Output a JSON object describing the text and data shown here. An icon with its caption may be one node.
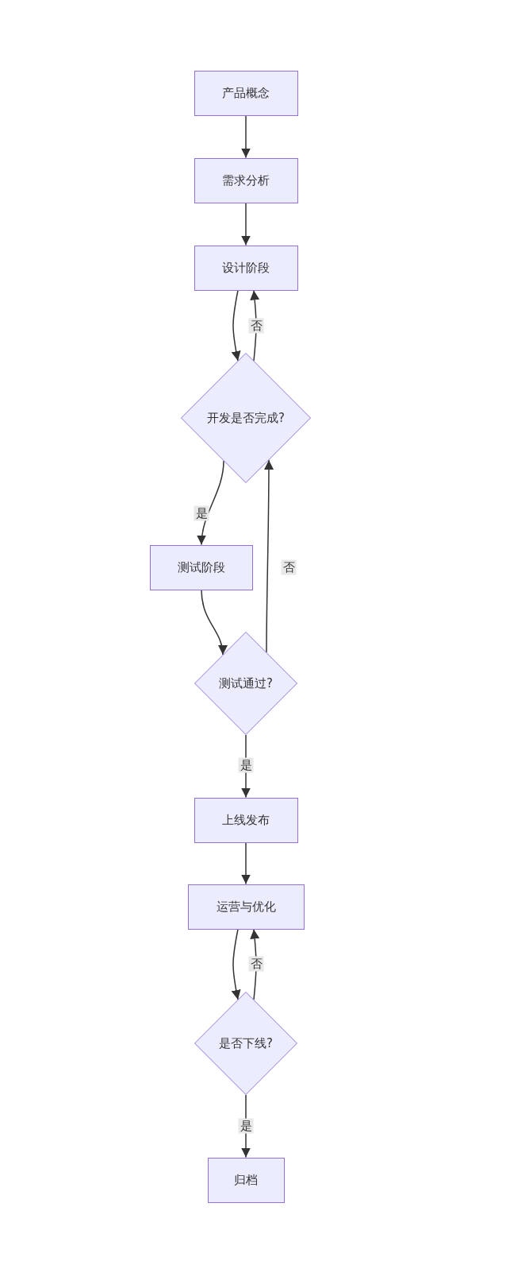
{
  "diagram": {
    "nodes": [
      {
        "text": [
          "产品概念"
        ]
      },
      {
        "text": [
          "需求分析"
        ]
      },
      {
        "text": [
          "设计阶段"
        ]
      },
      {
        "text": [
          "开发是否完成?"
        ]
      },
      {
        "text": [
          "测试阶段"
        ]
      },
      {
        "text": [
          "测试通过?"
        ]
      },
      {
        "text": [
          "上线发布"
        ]
      },
      {
        "text": [
          "运营与优化"
        ]
      },
      {
        "text": [
          "是否下线?"
        ]
      },
      {
        "text": [
          "归档"
        ]
      }
    ],
    "edges": [
      {
        "from": 0,
        "to": 1,
        "arrow": "to"
      },
      {
        "from": 1,
        "to": 2,
        "arrow": "to"
      },
      {
        "from": 2,
        "to": 3,
        "arrow": "to"
      },
      {
        "from": 3,
        "to": 2,
        "arrow": "to",
        "label": "否"
      },
      {
        "from": 3,
        "to": 4,
        "arrow": "to",
        "label": "是"
      },
      {
        "from": 4,
        "to": 5,
        "arrow": "to"
      },
      {
        "from": 5,
        "to": 3,
        "arrow": "to",
        "label": "否"
      },
      {
        "from": 5,
        "to": 6,
        "arrow": "to",
        "label": "是"
      },
      {
        "from": 6,
        "to": 7,
        "arrow": "to"
      },
      {
        "from": 7,
        "to": 8,
        "arrow": "to"
      },
      {
        "from": 8,
        "to": 7,
        "arrow": "to",
        "label": "否"
      },
      {
        "from": 8,
        "to": 9,
        "arrow": "to",
        "label": "是"
      }
    ]
  }
}
